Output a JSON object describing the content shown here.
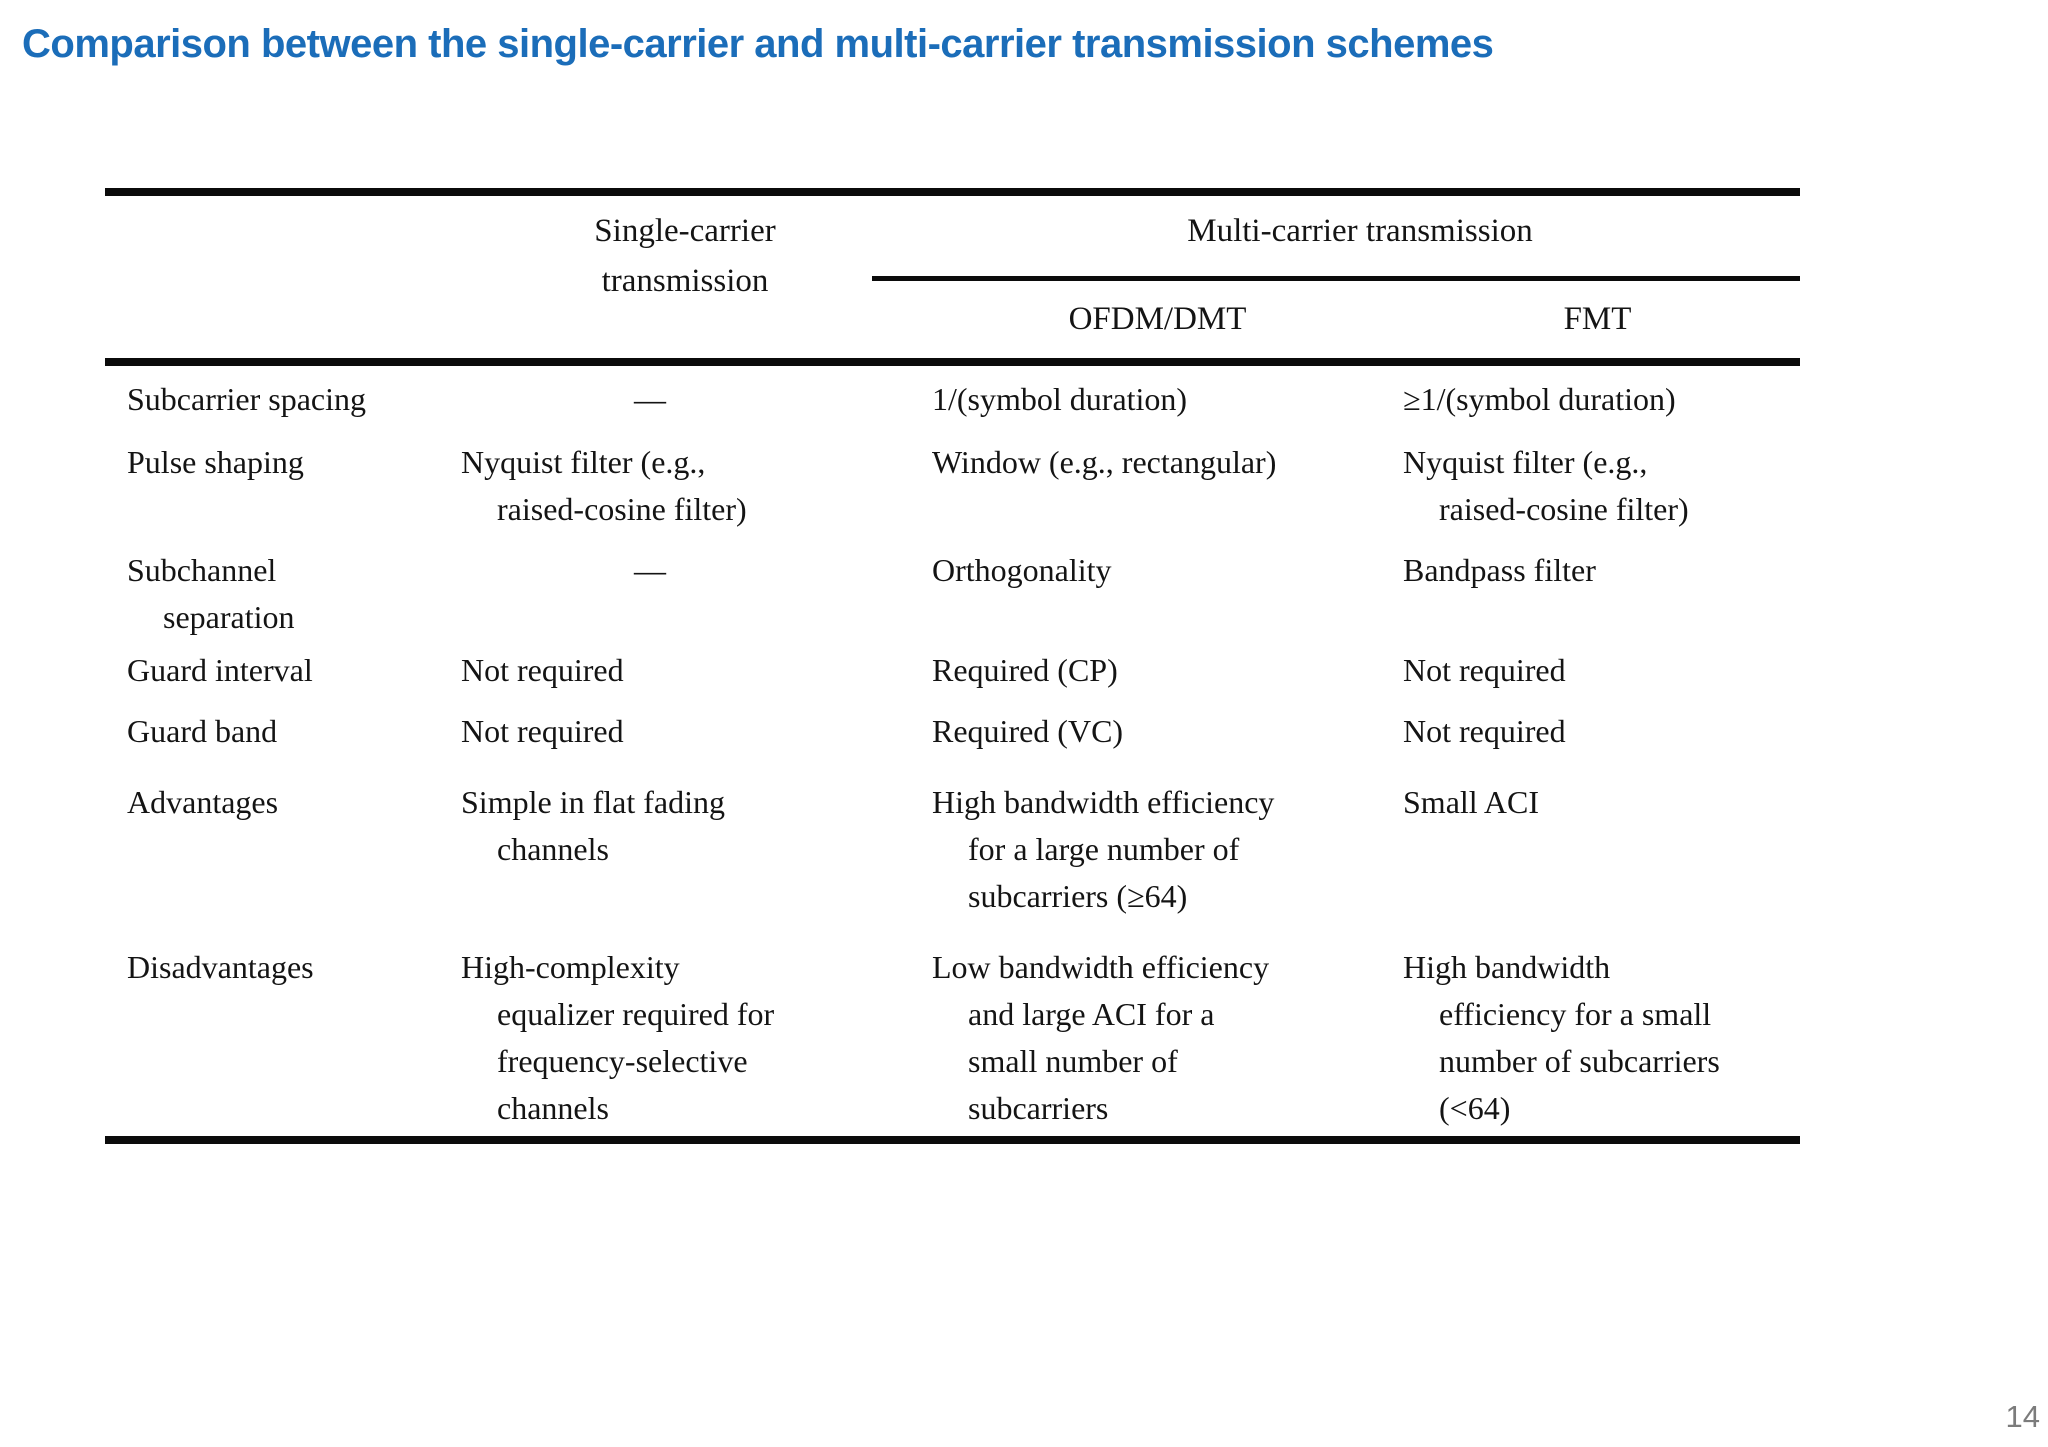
{
  "page": {
    "title": "Comparison between the single-carrier and multi-carrier transmission schemes",
    "page_number": "14",
    "accent_color": "#1b6db9",
    "page_number_color": "#7c7c7c"
  },
  "table": {
    "header": {
      "single_carrier": "Single-carrier\ntransmission",
      "multi_carrier_group": "Multi-carrier transmission",
      "ofdm_dmt": "OFDM/DMT",
      "fmt": "FMT"
    },
    "rows": [
      {
        "attribute": "Subcarrier spacing",
        "single_carrier": "—",
        "ofdm_dmt": "1/(symbol duration)",
        "fmt": "≥1/(symbol duration)"
      },
      {
        "attribute": "Pulse shaping",
        "single_carrier": "Nyquist filter (e.g.,\nraised-cosine filter)",
        "ofdm_dmt": "Window (e.g., rectangular)",
        "fmt": "Nyquist filter (e.g.,\nraised-cosine filter)"
      },
      {
        "attribute": "Subchannel\nseparation",
        "single_carrier": "—",
        "ofdm_dmt": "Orthogonality",
        "fmt": "Bandpass filter"
      },
      {
        "attribute": "Guard interval",
        "single_carrier": "Not required",
        "ofdm_dmt": "Required (CP)",
        "fmt": "Not required"
      },
      {
        "attribute": "Guard band",
        "single_carrier": "Not required",
        "ofdm_dmt": "Required (VC)",
        "fmt": "Not required"
      },
      {
        "attribute": "Advantages",
        "single_carrier": "Simple in flat fading\nchannels",
        "ofdm_dmt": "High bandwidth efficiency\nfor a large number of\nsubcarriers (≥64)",
        "fmt": "Small ACI"
      },
      {
        "attribute": "Disadvantages",
        "single_carrier": "High-complexity\nequalizer required for\nfrequency-selective\nchannels",
        "ofdm_dmt": "Low bandwidth efficiency\nand large ACI for a\nsmall number of\nsubcarriers",
        "fmt": "High bandwidth\nefficiency for a small\nnumber of subcarriers\n(<64)"
      }
    ]
  }
}
